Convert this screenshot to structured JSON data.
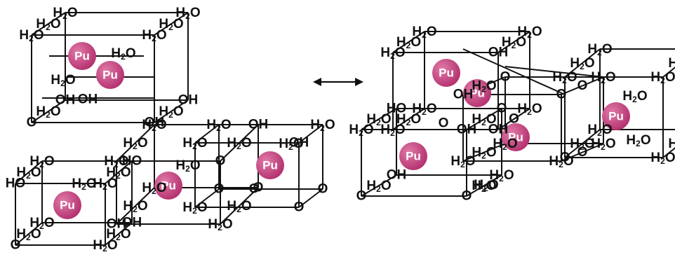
{
  "labels": {
    "water_main": "H",
    "water_sub": "2",
    "water_tail": "O",
    "hydroxide": "OH",
    "hydroxide_left": "HO",
    "oxo": "O",
    "plutonium": "Pu"
  },
  "colors": {
    "pu_fill": "#b3306e",
    "pu_highlight": "#e07aa8",
    "bond": "#111111",
    "arrow": "#111111"
  },
  "equilibrium_arrow": "double-headed-arrow"
}
